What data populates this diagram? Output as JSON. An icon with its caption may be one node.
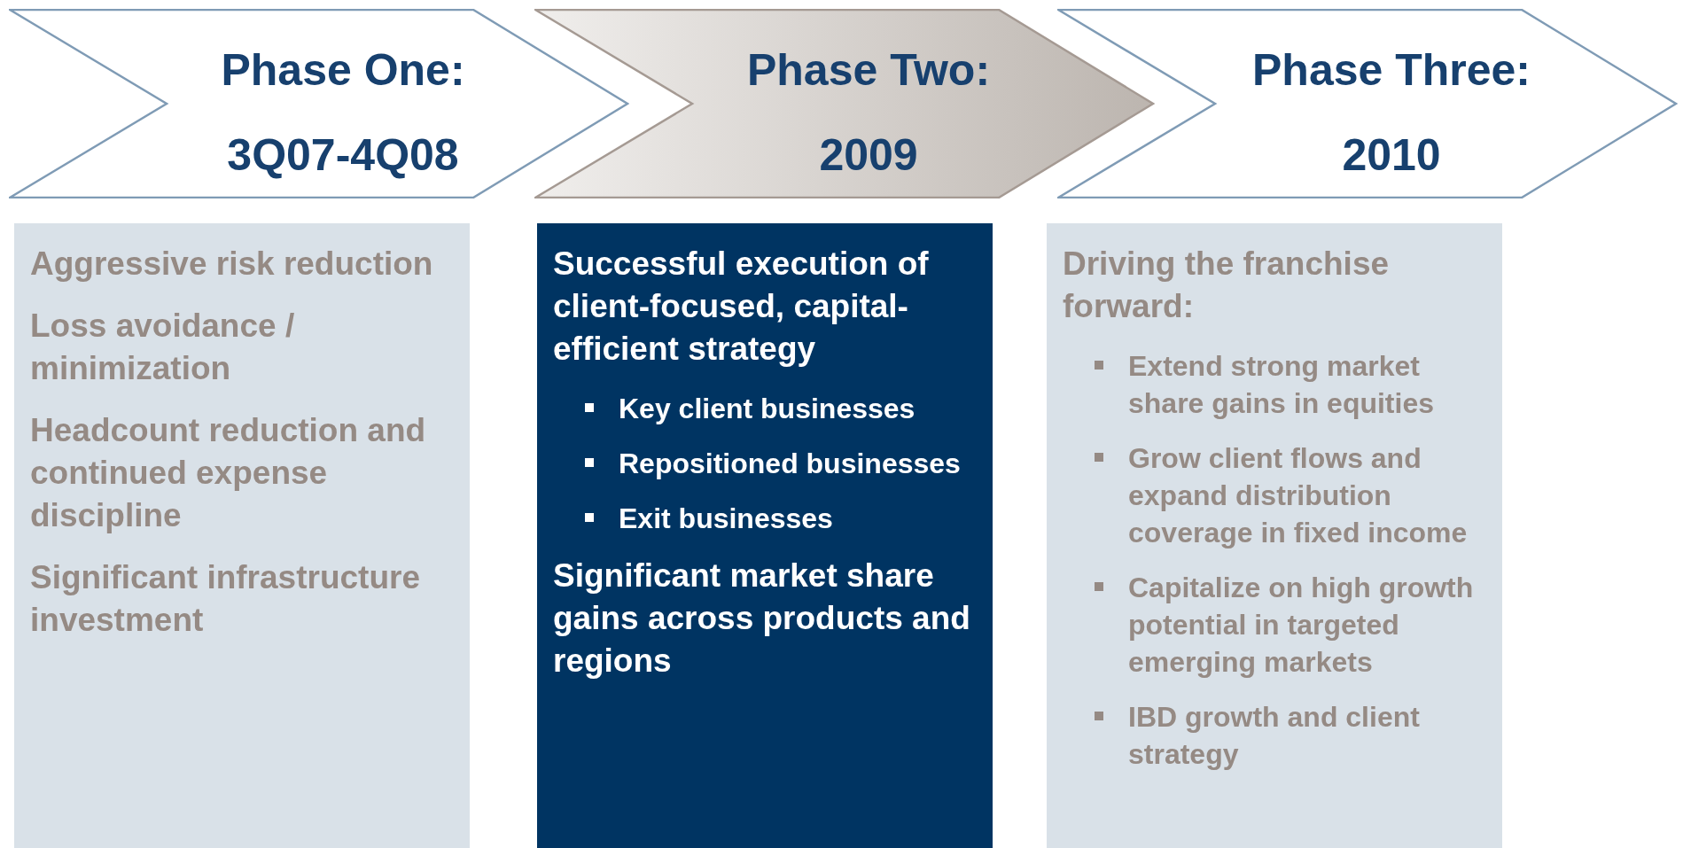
{
  "diagram": {
    "nodes": [
      {
        "text": [
          "Phase One:",
          "3Q07-4Q08"
        ]
      },
      {
        "text": [
          "Phase Two:",
          "2009"
        ]
      },
      {
        "text": [
          "Phase Three:",
          "2010"
        ]
      },
      {
        "text": [
          "Aggressive risk reduction",
          "Loss avoidance / minimization",
          "Headcount reduction and continued expense discipline",
          "Significant infrastructure investment"
        ]
      },
      {
        "text": [
          "Successful execution of client-focused, capital-efficient strategy",
          "Key client businesses",
          "Repositioned businesses",
          "Exit businesses",
          "Significant market share gains across products and regions"
        ]
      },
      {
        "text": [
          "Driving the franchise forward:",
          "Extend strong market share gains in equities",
          "Grow client flows and expand distribution coverage in fixed income",
          "Capitalize on high growth potential in targeted emerging markets",
          "IBD growth and client strategy"
        ]
      }
    ],
    "edges": []
  }
}
